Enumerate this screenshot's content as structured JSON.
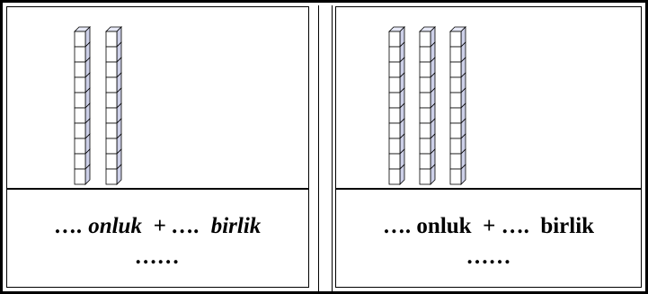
{
  "worksheet": {
    "panels": [
      {
        "rods": 2,
        "caption": {
          "line1": "…. onluk  + ….  birlik",
          "line2": "……",
          "italic": true
        }
      },
      {
        "rods": 3,
        "caption": {
          "line1": "…. onluk  + ….  birlik",
          "line2": "……",
          "italic": false
        }
      }
    ],
    "rod_cubes": 10,
    "colors": {
      "cube_face": "#ffffff",
      "cube_side": "#cdd0e8",
      "cube_top": "#e6e8f6",
      "line": "#000000"
    }
  }
}
